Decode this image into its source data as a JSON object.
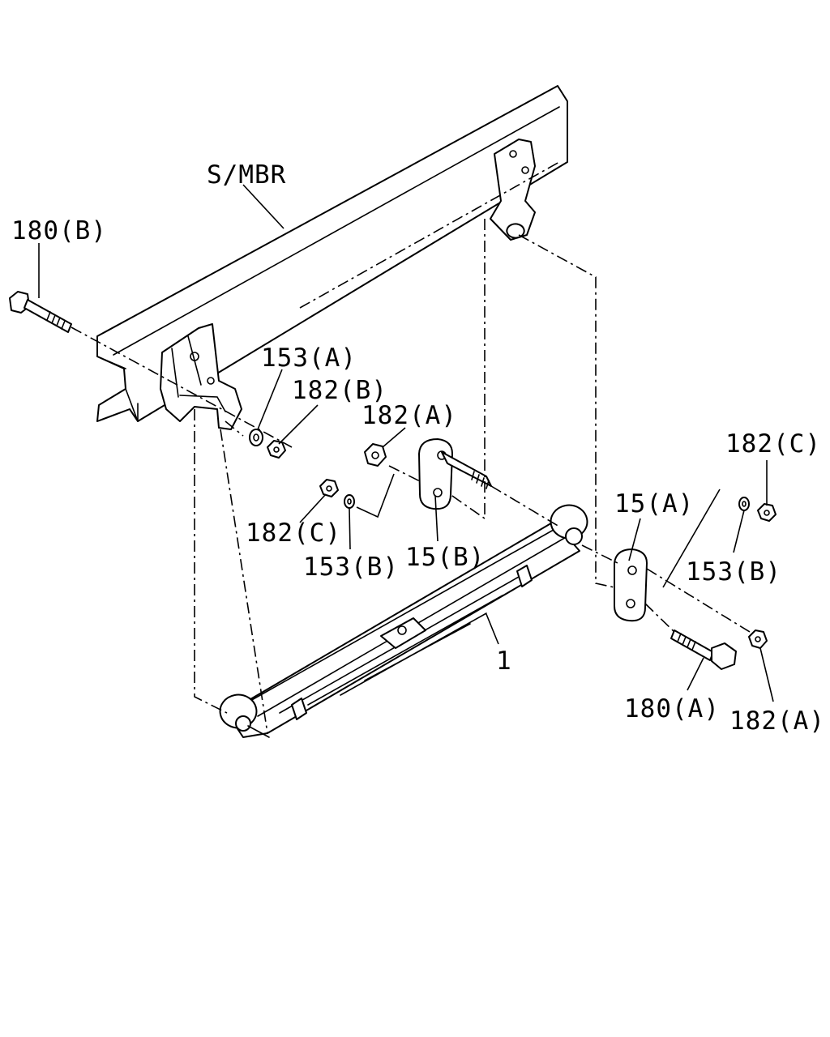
{
  "labels": {
    "side_member": "S/MBR",
    "bolt_180b": "180(B)",
    "washer_153a": "153(A)",
    "nut_182b": "182(B)",
    "nut_182a_upper": "182(A)",
    "nut_182c_left": "182(C)",
    "washer_153b_left": "153(B)",
    "plate_15b": "15(B)",
    "plate_15a": "15(A)",
    "nut_182c_right": "182(C)",
    "washer_153b_right": "153(B)",
    "leaf_spring_1": "1",
    "bolt_180a": "180(A)",
    "nut_182a_lower": "182(A)"
  }
}
